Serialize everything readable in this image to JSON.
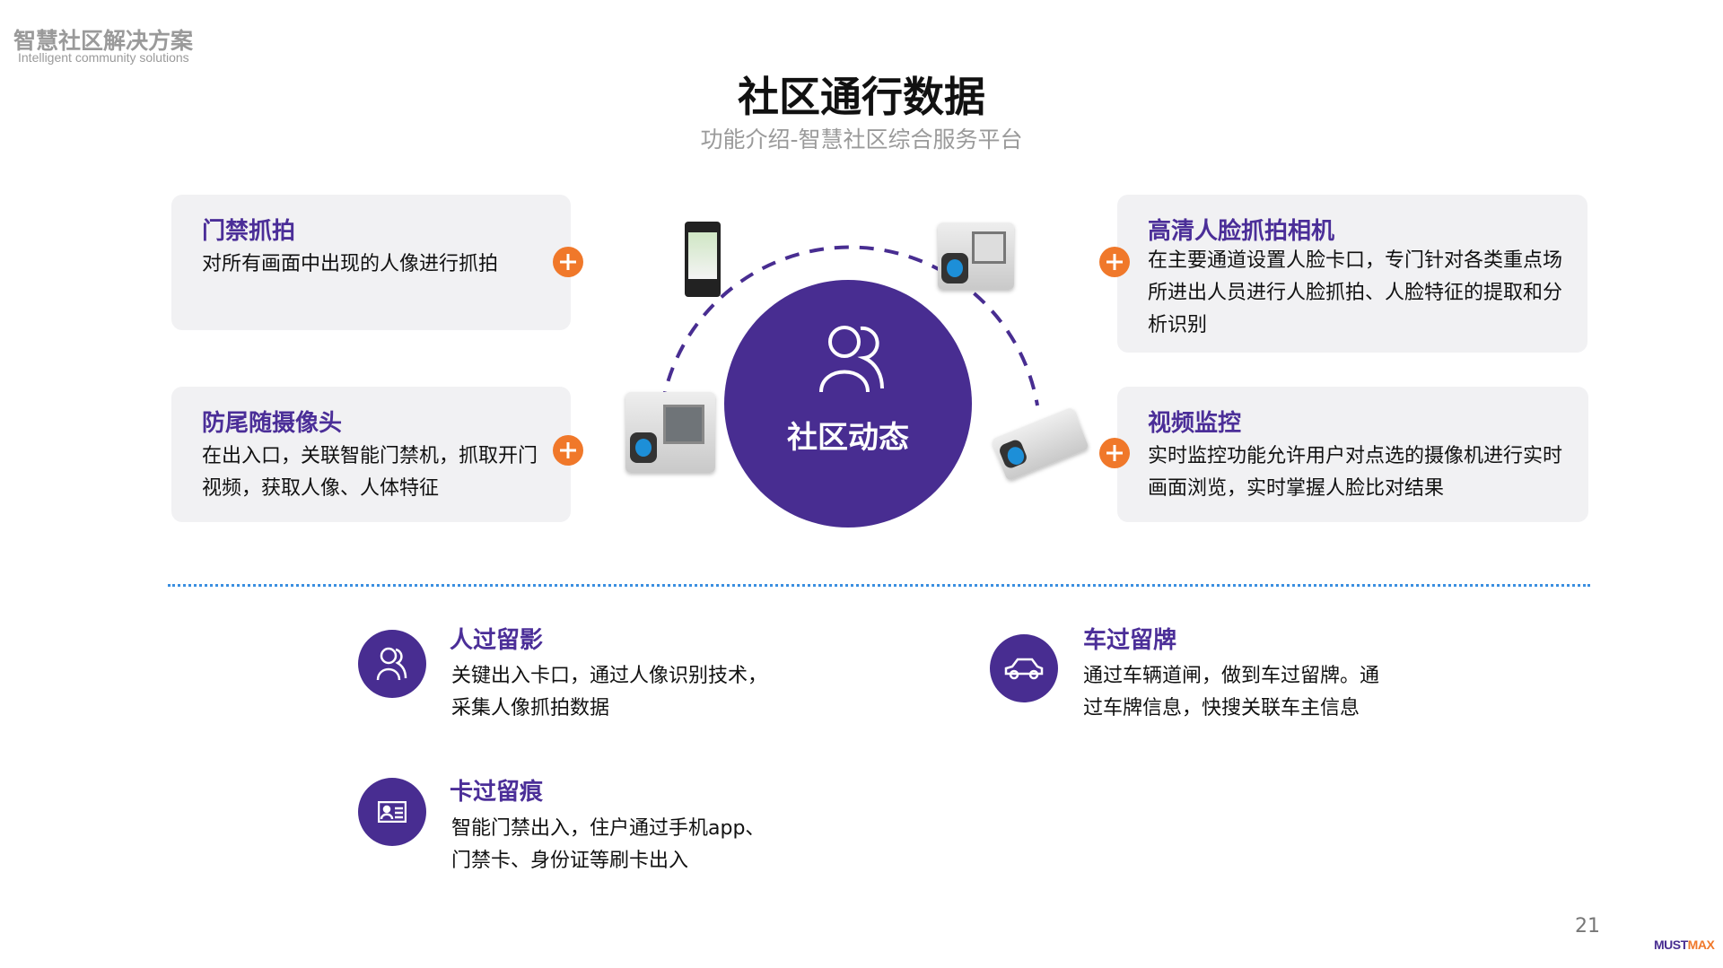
{
  "header": {
    "logo_cn": "智慧社区解决方案",
    "logo_en": "Intelligent community solutions",
    "title": "社区通行数据",
    "subtitle": "功能介绍-智慧社区综合服务平台"
  },
  "center": {
    "label": "社区动态",
    "icon": "people-icon"
  },
  "cards": [
    {
      "title": "门禁抓拍",
      "text": "对所有画面中出现的人像进行抓拍"
    },
    {
      "title": "防尾随摄像头",
      "text": "在出入口，关联智能门禁机，抓取开门视频，获取人像、人体特征"
    },
    {
      "title": "高清人脸抓拍相机",
      "text": "在主要通道设置人脸卡口，专门针对各类重点场所进出人员进行人脸抓拍、人脸特征的提取和分析识别"
    },
    {
      "title": "视频监控",
      "text": "实时监控功能允许用户对点选的摄像机进行实时画面浏览，实时掌握人脸比对结果"
    }
  ],
  "features": [
    {
      "title": "人过留影",
      "line1": "关键出入卡口，通过人像识别技术，",
      "line2": "采集人像抓拍数据",
      "icon": "people-icon"
    },
    {
      "title": "车过留牌",
      "line1": "通过车辆道闸，做到车过留牌。通",
      "line2": "过车牌信息，快搜关联车主信息",
      "icon": "car-icon"
    },
    {
      "title": "卡过留痕",
      "line1": "智能门禁出入，住户通过手机app、",
      "line2": "门禁卡、身份证等刷卡出入",
      "icon": "id-card-icon"
    }
  ],
  "footer": {
    "page": "21",
    "brand_a": "MUST",
    "brand_b": "MAX"
  },
  "colors": {
    "purple": "#482d91",
    "orange": "#f0782a",
    "divider": "#3b8fe0"
  }
}
